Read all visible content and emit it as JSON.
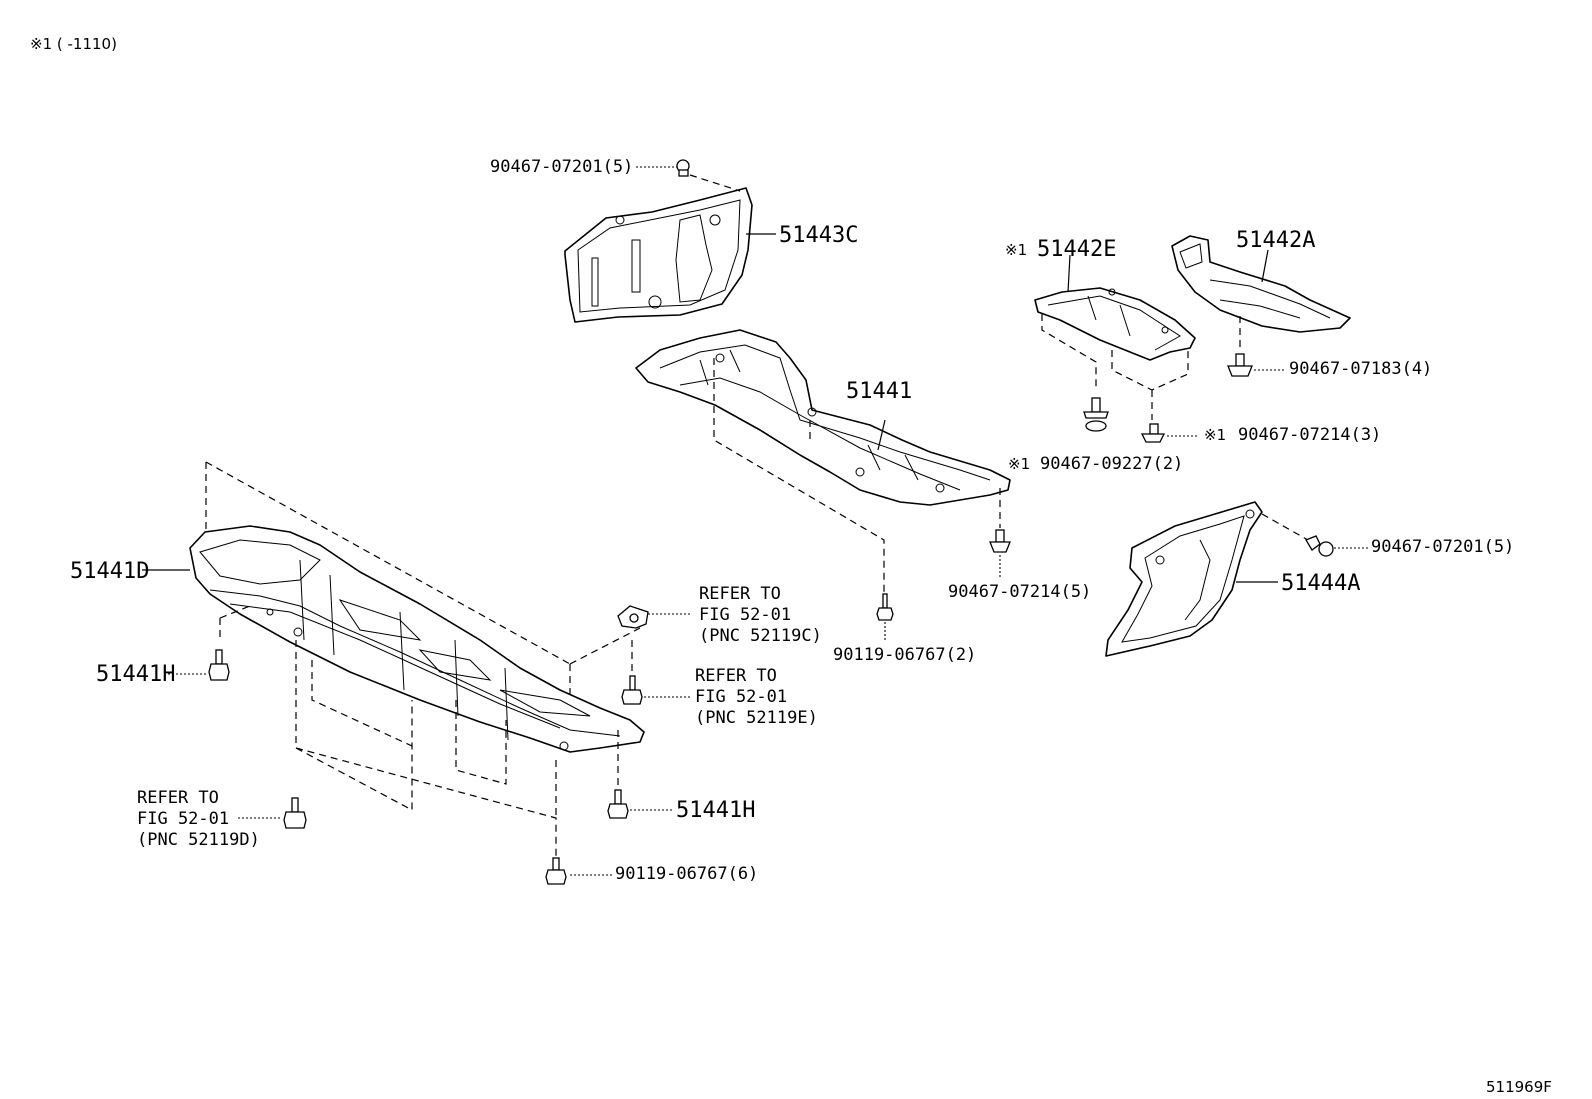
{
  "header": {
    "note": "※1 (      -1110)"
  },
  "figure_code": "511969F",
  "labels": {
    "p_51443C": "51443C",
    "p_51442E": "51442E",
    "p_51442E_mark": "※1",
    "p_51442A": "51442A",
    "p_51441": "51441",
    "p_51441D": "51441D",
    "p_51441H_left": "51441H",
    "p_51441H_right": "51441H",
    "p_51444A": "51444A",
    "c_90467_07201_top": "90467-07201(5)",
    "c_90467_07201_right": "90467-07201(5)",
    "c_90467_07183": "90467-07183(4)",
    "c_90467_07214_3": "90467-07214(3)",
    "c_90467_07214_3_mark": "※1",
    "c_90467_09227": "90467-09227(2)",
    "c_90467_09227_mark": "※1",
    "c_90467_07214_5": "90467-07214(5)",
    "c_90119_06767_2": "90119-06767(2)",
    "c_90119_06767_6": "90119-06767(6)"
  },
  "refer_c": {
    "line1": "REFER TO",
    "line2": "FIG 52-01",
    "line3": "(PNC 52119C)"
  },
  "refer_e": {
    "line1": "REFER TO",
    "line2": "FIG 52-01",
    "line3": "(PNC 52119E)"
  },
  "refer_d": {
    "line1": "REFER TO",
    "line2": "FIG 52-01",
    "line3": "(PNC 52119D)"
  }
}
